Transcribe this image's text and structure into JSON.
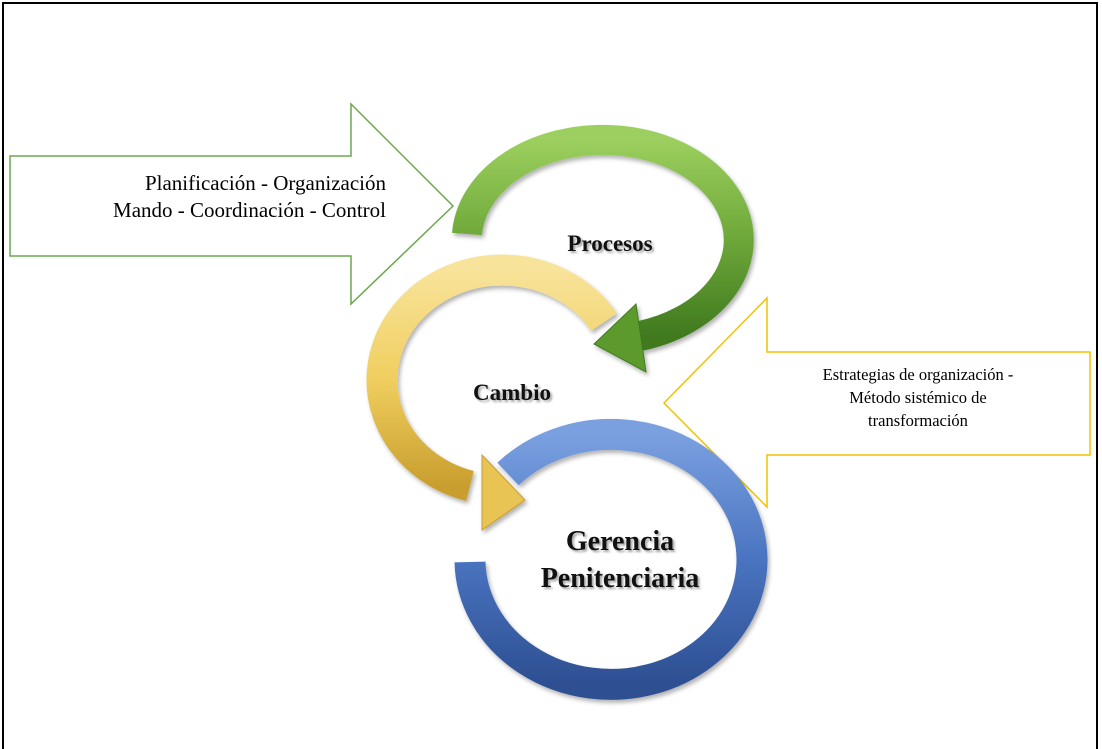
{
  "left_callout": {
    "lines": [
      "Planificación - Organización",
      "Mando - Coordinación - Control"
    ],
    "border_color": "#6aa84f"
  },
  "right_callout": {
    "lines": [
      "Estrategias de organización -",
      "Método sistémico de",
      "transformación"
    ],
    "border_color": "#f2c200"
  },
  "rings": {
    "procesos": {
      "label": "Procesos",
      "color": "#6ea83a"
    },
    "cambio": {
      "label": "Cambio",
      "color": "#f0d068"
    },
    "gerencia": {
      "lines": [
        "Gerencia",
        "Penitenciaria"
      ],
      "color": "#4a74c0"
    }
  }
}
